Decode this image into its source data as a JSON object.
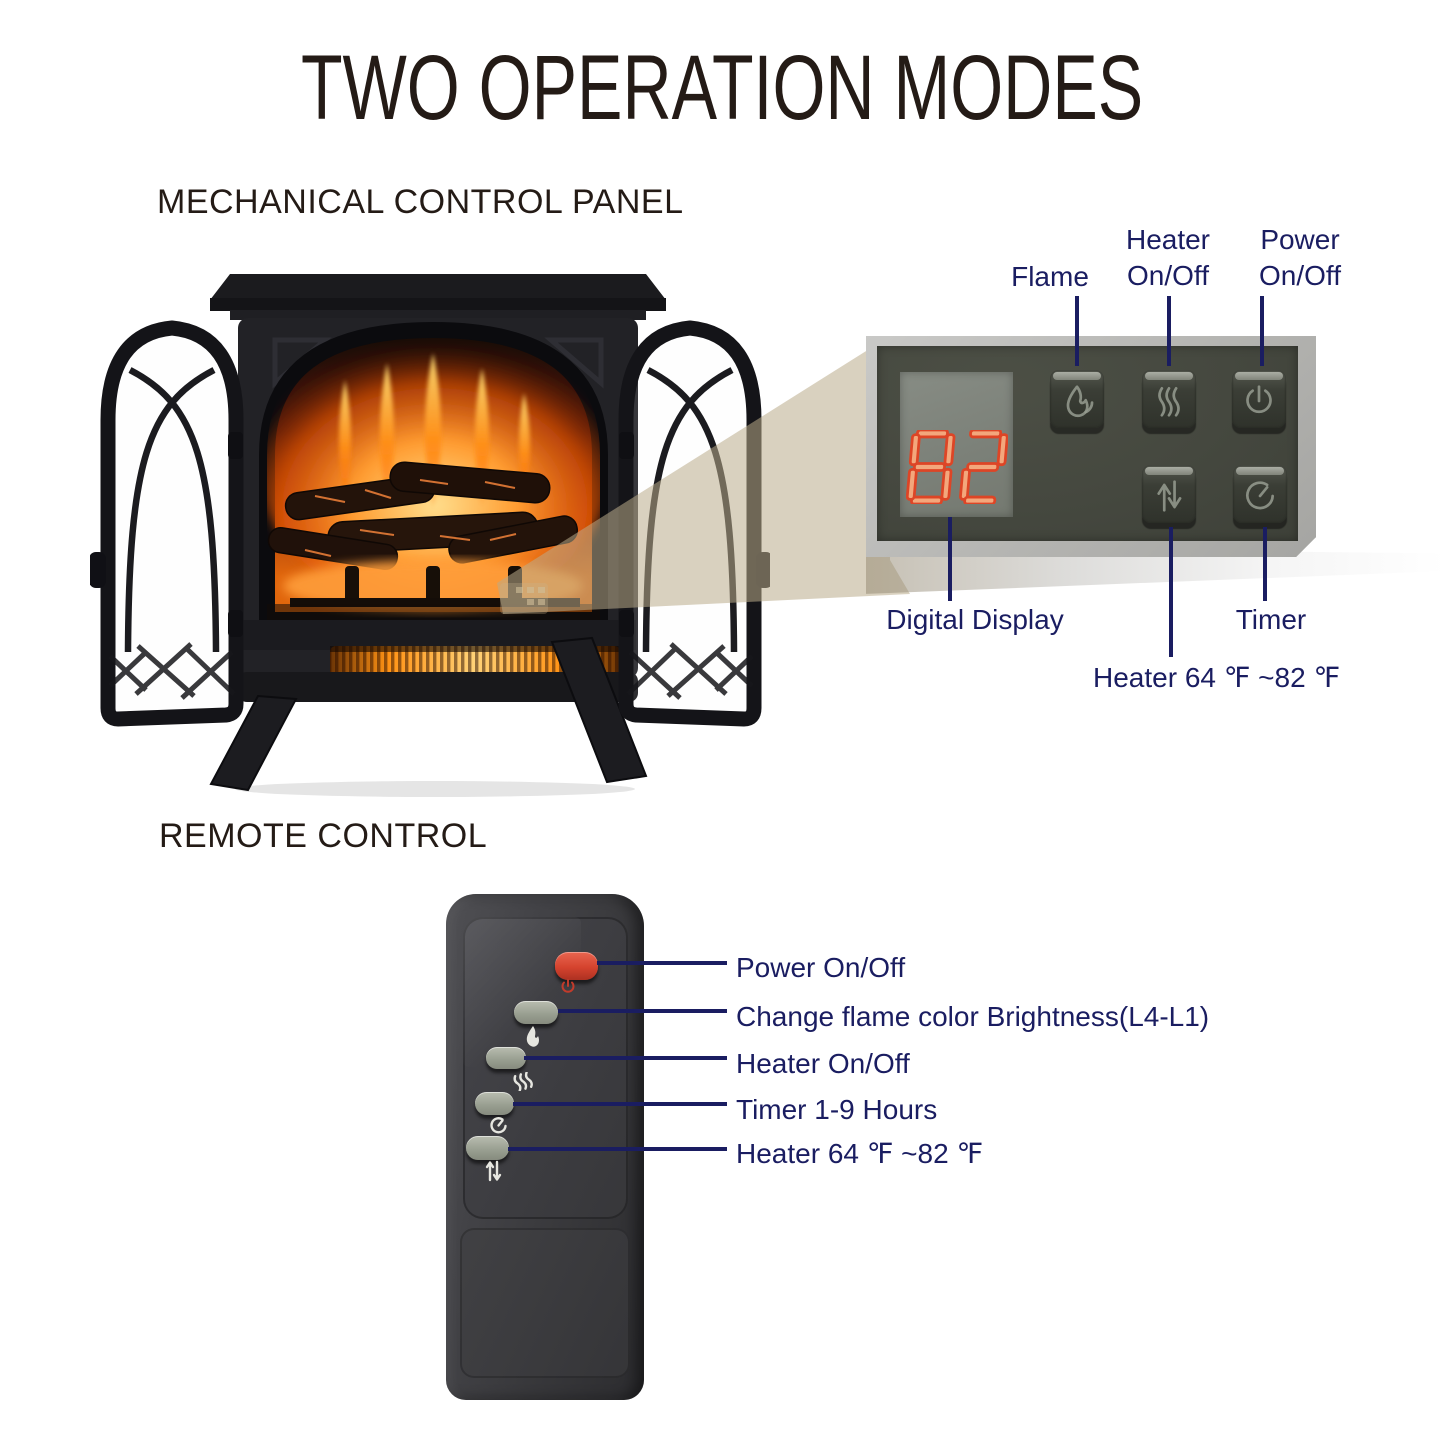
{
  "title": "TWO OPERATION MODES",
  "colors": {
    "ink": "#241b16",
    "navy": "#1a1d61",
    "beam": "rgba(186,171,139,0.55)",
    "digit": "#dd4526",
    "digit_fill": "#f3a77c",
    "red_button": "#d5432e",
    "gray_button": "#9aa092"
  },
  "mechanical": {
    "heading": "MECHANICAL CONTROL PANEL",
    "display_value": "82",
    "callouts": {
      "flame": "Flame",
      "heater_line1": "Heater",
      "heater_line2": "On/Off",
      "power_line1": "Power",
      "power_line2": "On/Off",
      "digital_display": "Digital Display",
      "timer": "Timer",
      "heater_range": "Heater 64 ℉ ~82 ℉"
    }
  },
  "remote": {
    "heading": "REMOTE CONTROL",
    "callouts": {
      "power": "Power On/Off",
      "flame_brightness": "Change flame color Brightness(L4-L1)",
      "heater": "Heater On/Off",
      "timer": "Timer 1-9 Hours",
      "heater_range": "Heater 64 ℉ ~82 ℉"
    }
  }
}
